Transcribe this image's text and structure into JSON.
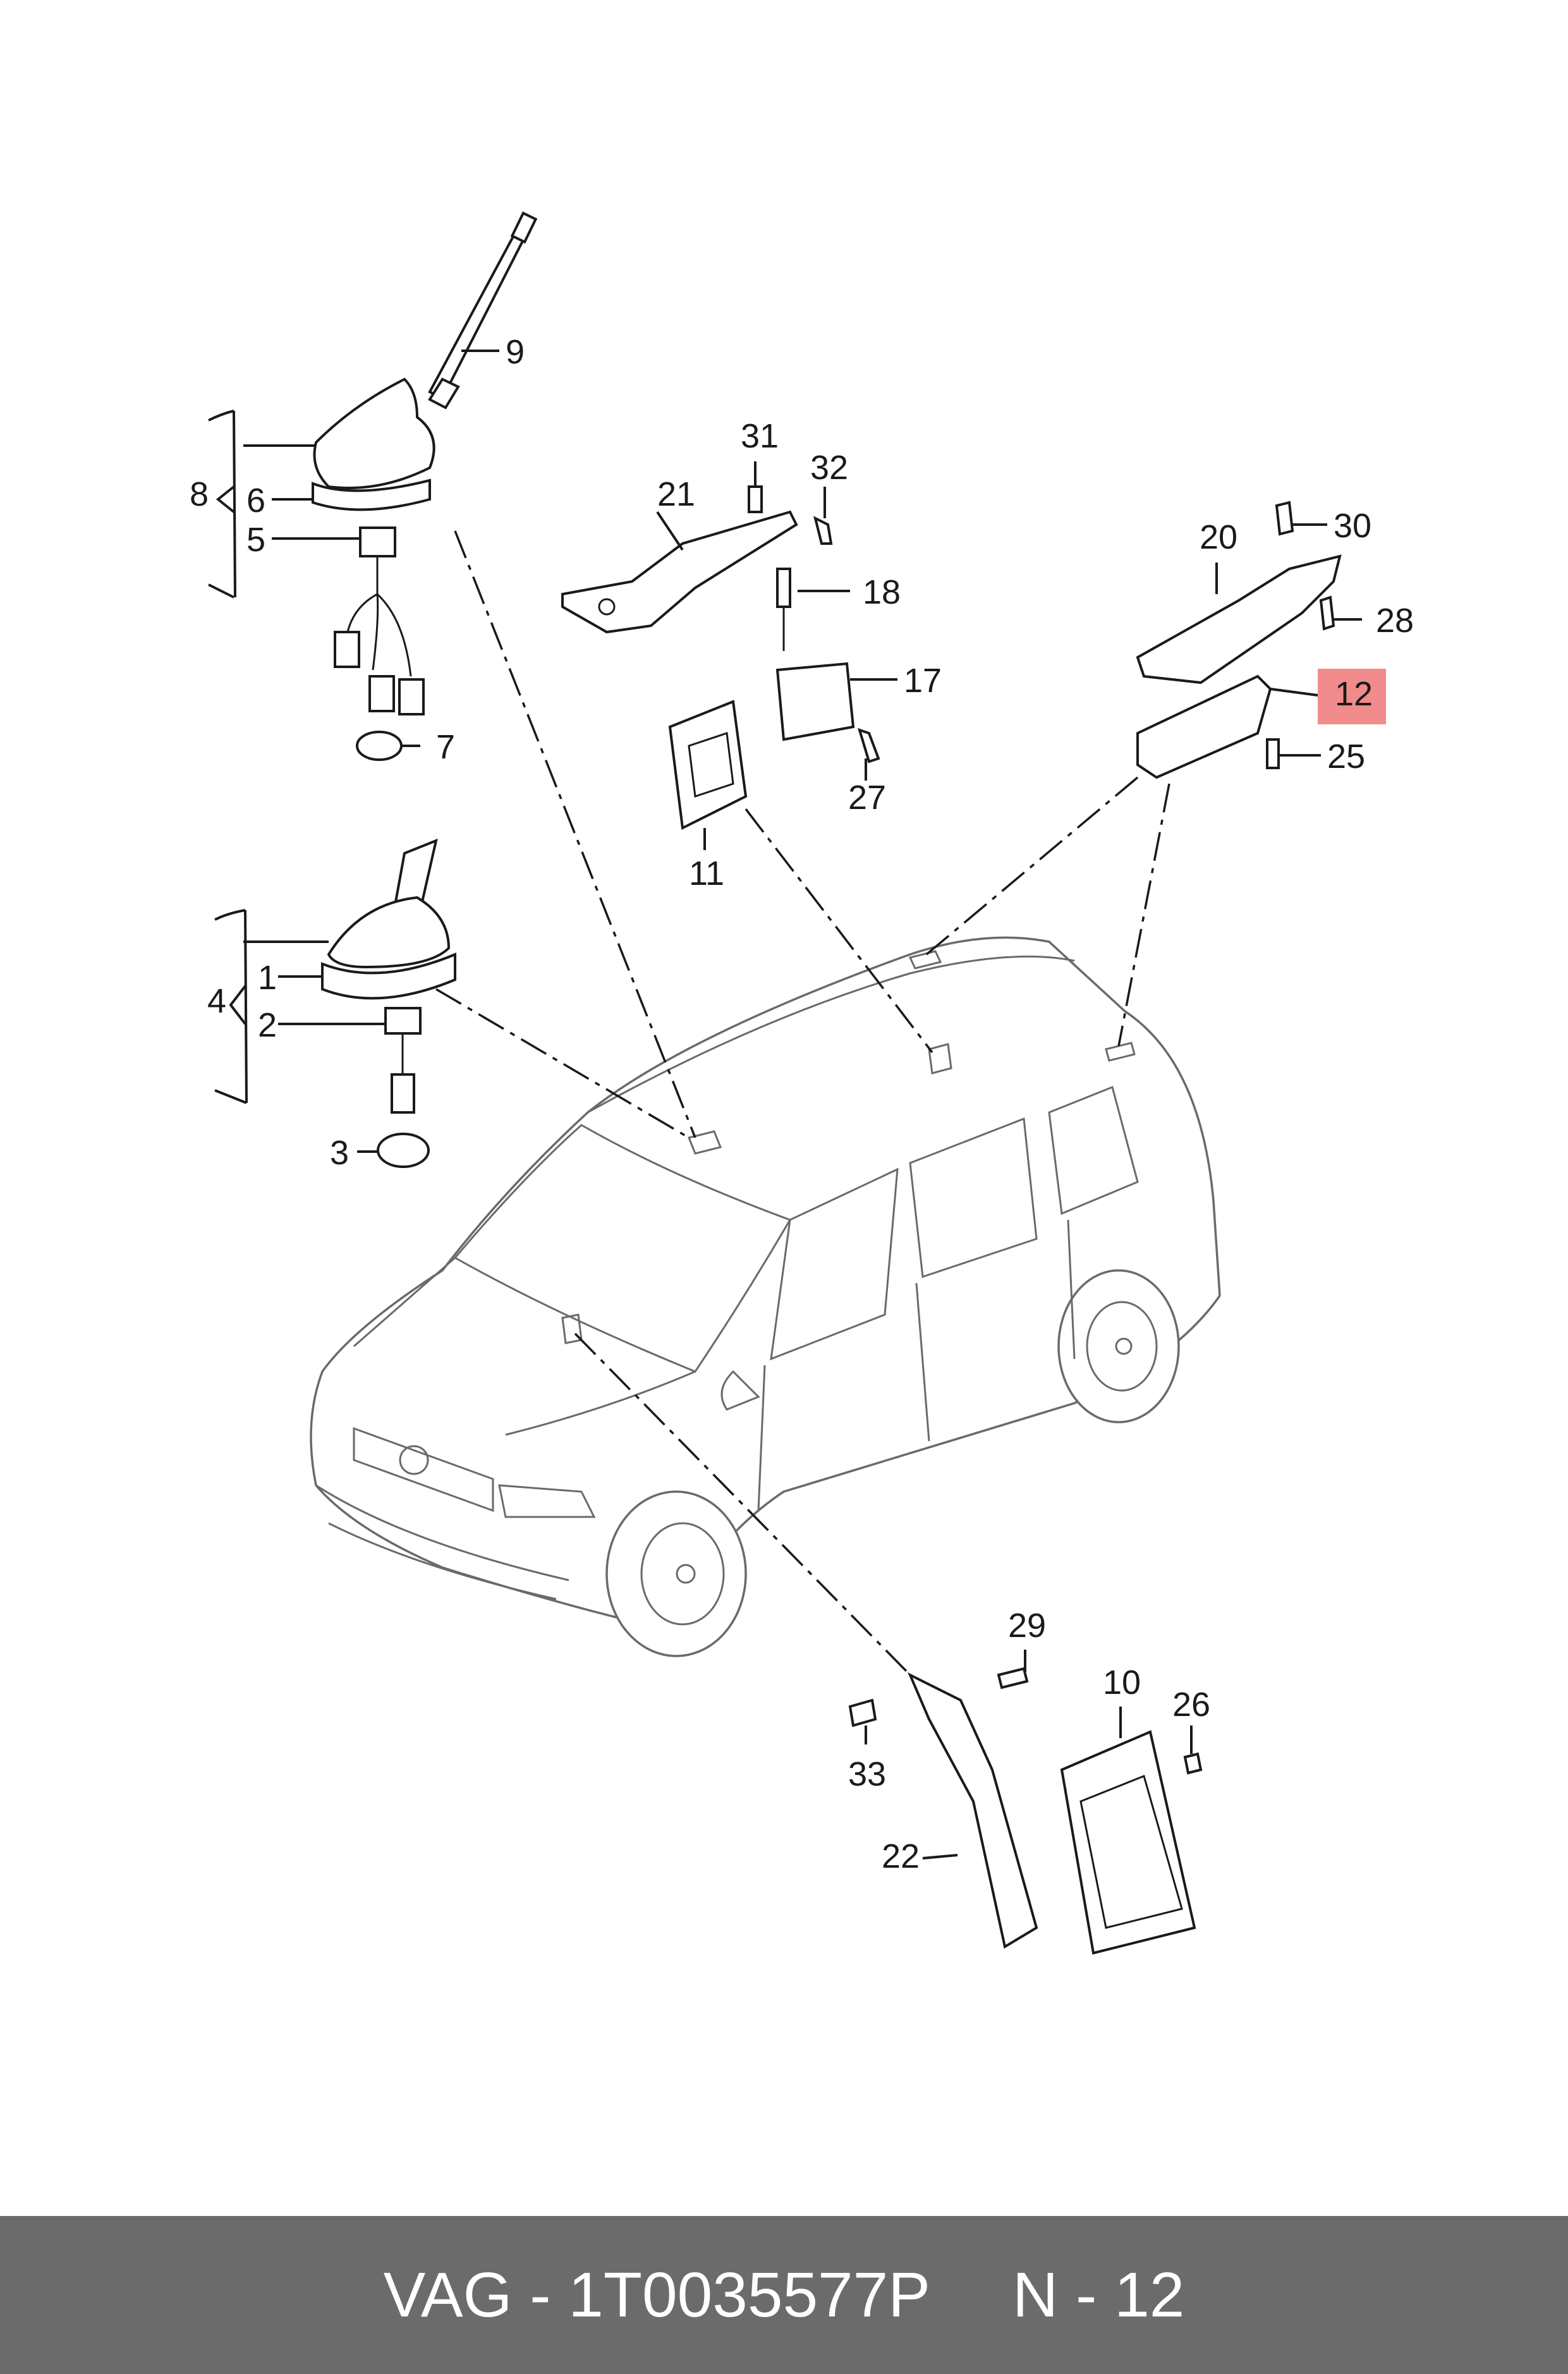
{
  "diagram": {
    "labels": [
      "1",
      "2",
      "3",
      "4",
      "5",
      "6",
      "7",
      "8",
      "9",
      "10",
      "11",
      "12",
      "17",
      "18",
      "20",
      "21",
      "22",
      "25",
      "26",
      "27",
      "28",
      "29",
      "30",
      "31",
      "32",
      "33"
    ],
    "highlighted_label": "12",
    "highlight_color": "#f28b8b"
  },
  "footer": {
    "brand_part": "VAG - 1T0035577P",
    "page": "N - 12",
    "background": "#6b6b6b"
  }
}
